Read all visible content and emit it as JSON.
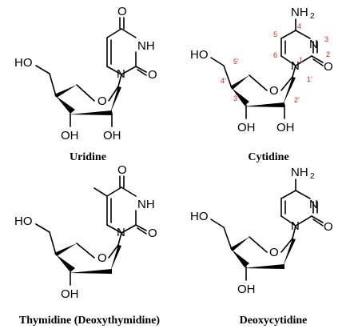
{
  "colors": {
    "ink": "#000000",
    "numbering": "#e02020"
  },
  "molecules": [
    {
      "name": "Uridine",
      "base": "uracil",
      "ribose": true,
      "numbered": false
    },
    {
      "name": "Cytidine",
      "base": "cytosine",
      "ribose": true,
      "numbered": true
    },
    {
      "name": "Thymidine (Deoxythymidine)",
      "base": "thymine",
      "ribose": false,
      "numbered": false
    },
    {
      "name": "Deoxycytidine",
      "base": "cytosine",
      "ribose": false,
      "numbered": false
    }
  ],
  "atoms": {
    "oxygen": "O",
    "nitrogen": "N",
    "amine_n": "NH",
    "amine_h": "2",
    "imide": "NH",
    "hydroxyl": "OH",
    "hydroxyl_left": "HO"
  },
  "numbering": {
    "base": [
      "1",
      "2",
      "3",
      "4",
      "5",
      "6"
    ],
    "sugar": [
      "1'",
      "2'",
      "3'",
      "4'",
      "5'"
    ]
  }
}
